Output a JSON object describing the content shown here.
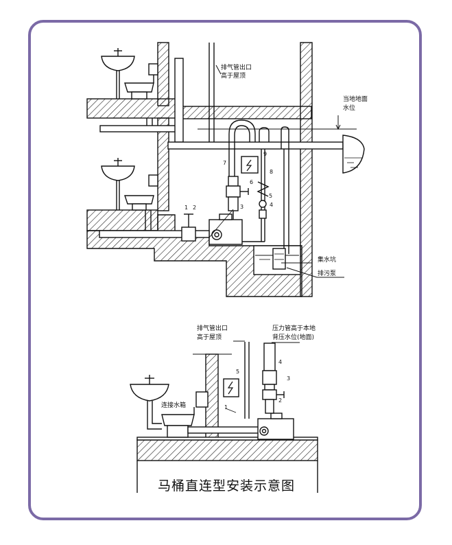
{
  "top": {
    "vent_outlet": [
      "排气管出口",
      "高于屋顶"
    ],
    "ground_level": [
      "当地地面",
      "水位"
    ],
    "sump": "集水坑",
    "pump": "排污泵",
    "numbers": [
      "1",
      "2",
      "3",
      "4",
      "5",
      "6",
      "7",
      "8",
      "9"
    ]
  },
  "bottom": {
    "vent_outlet": [
      "排气管出口",
      "高于屋顶"
    ],
    "pressure_pipe": [
      "压力管高于本地",
      "背压水位(地面)"
    ],
    "tank_label": "连接水箱",
    "numbers": [
      "1",
      "2",
      "3",
      "4",
      "5"
    ],
    "caption": "马桶直连型安装示意图"
  },
  "colors": {
    "frame": "#7b6aa6",
    "line": "#111111"
  }
}
